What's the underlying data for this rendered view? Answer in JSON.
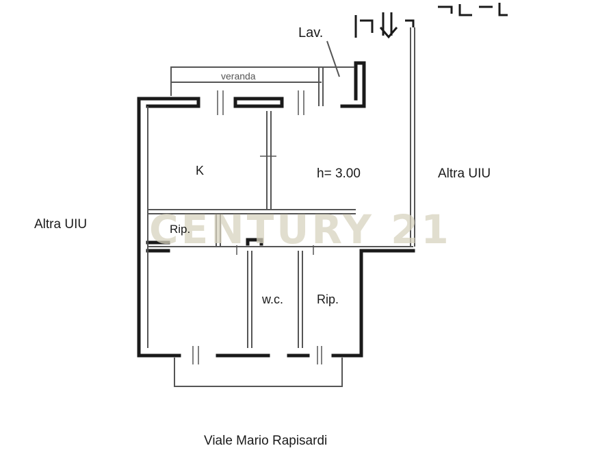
{
  "plan": {
    "labels": {
      "lav": "Lav.",
      "veranda": "veranda",
      "kitchen": "K",
      "height": "h= 3.00",
      "other_unit_right": "Altra UIU",
      "other_unit_left": "Altra UIU",
      "storage_small": "Rip.",
      "wc": "w.c.",
      "storage": "Rip.",
      "street": "Viale Mario Rapisardi"
    },
    "watermark": "CENTURY 21"
  },
  "colors": {
    "wall": "#1a1a1a",
    "thin_line": "#555555",
    "watermark": "#d8d3bf"
  }
}
